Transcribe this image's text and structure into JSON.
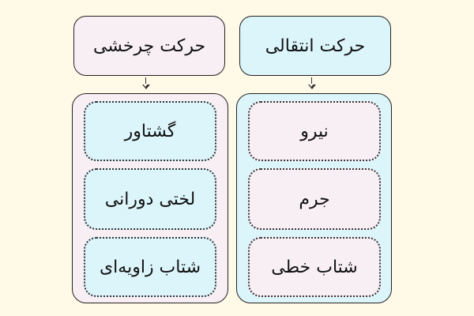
{
  "colors": {
    "background": "#fff9e8",
    "pink": "#f8eff5",
    "cyan": "#dcf5fb",
    "border": "#222222"
  },
  "left_column": {
    "title": "حرکت چرخشی",
    "items": [
      {
        "label": "گشتاور"
      },
      {
        "label": "لختی دورانی"
      },
      {
        "label": "شتاب زاویه‌ای"
      }
    ]
  },
  "right_column": {
    "title": "حرکت انتقالی",
    "items": [
      {
        "label": "نیرو"
      },
      {
        "label": "جرم"
      },
      {
        "label": "شتاب خطی"
      }
    ]
  }
}
